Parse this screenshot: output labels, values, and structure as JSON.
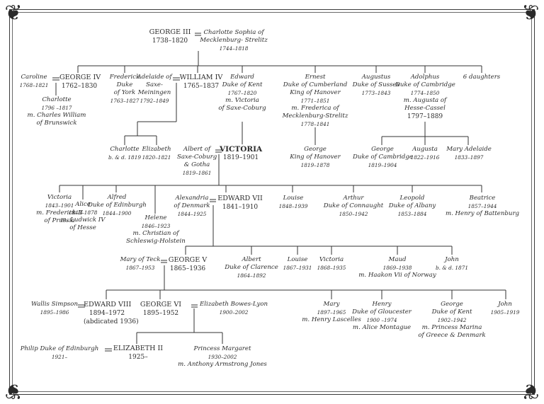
{
  "people": {
    "george3": {
      "name": "GEORGE III",
      "dates": "1738–1820"
    },
    "charlotte_sophia": {
      "l1": "Charlotte Sophia of",
      "l2": "Mecklenburg- Strelitz",
      "dates": "1744–1818"
    },
    "caroline": {
      "name": "Caroline",
      "dates": "1768–1821"
    },
    "george4": {
      "name": "GEORGE IV",
      "dates": "1762–1830"
    },
    "charlotte_g4": {
      "name": "Charlotte",
      "dates": "1796 –1817",
      "l2": "m. Charles William",
      "l3": "of Brunswick"
    },
    "frederick": {
      "l1": "Frederick",
      "l2": "Duke",
      "l3": "of York",
      "dates": "1763–1827"
    },
    "adelaide": {
      "l1": "Adelaide of",
      "l2": "Saxe-",
      "l3": "Meiningen",
      "dates": "1792–1849"
    },
    "william4": {
      "name": "WILLIAM IV",
      "dates": "1765–1837"
    },
    "edward_kent": {
      "l1": "Edward",
      "l2": "Duke of Kent",
      "dates": "1767–1820",
      "l3": "m. Victoria",
      "l4": "of Saxe-Coburg"
    },
    "ernest": {
      "l1": "Ernest",
      "l2": "Duke of Cumberland",
      "l3": "King of Hanover",
      "dates": "1771–1851",
      "l4": "m. Frederica of",
      "l5": "Mecklenburg-Strelitz",
      "dates2": "1778–1841"
    },
    "augustus": {
      "l1": "Augustus",
      "l2": "Duke of Sussex",
      "dates": "1773–1843"
    },
    "adolphus": {
      "l1": "Adolphus",
      "l2": "Duke of Cambridge",
      "dates": "1774–1850",
      "l3": "m. Augusta of",
      "l4": "Hesse-Cassel",
      "dates2": "1797–1889"
    },
    "six_daughters": {
      "name": "6 daughters"
    },
    "charlotte_w4": {
      "name": "Charlotte",
      "dates": "b. & d. 1819"
    },
    "elizabeth_w4": {
      "name": "Elizabeth",
      "dates": "1820–1821"
    },
    "albert_sc": {
      "l1": "Albert of",
      "l2": "Saxe-Coburg",
      "l3": "& Gotha",
      "dates": "1819–1861"
    },
    "victoria_q": {
      "name": "VICTORIA",
      "dates": "1819–1901"
    },
    "george_hanover": {
      "l1": "George",
      "l2": "King of Hanover",
      "dates": "1819–1878"
    },
    "george_cambridge": {
      "l1": "George",
      "l2": "Duke of Cambridge",
      "dates": "1819–1904"
    },
    "augusta": {
      "name": "Augusta",
      "dates": "1822–1916"
    },
    "mary_adelaide": {
      "name": "Mary Adelaide",
      "dates": "1833–1897"
    },
    "victoria_c": {
      "name": "Victoria",
      "dates": "1843–1901",
      "l2": "m. Frederick II",
      "l3": "of Prussia"
    },
    "alice": {
      "name": "Alice",
      "dates": "1843–1878",
      "l2": "m. Ludwick IV",
      "l3": "of Hesse"
    },
    "alfred": {
      "l1": "Alfred",
      "l2": "Duke of Edinburgh",
      "dates": "1844–1900"
    },
    "helene": {
      "name": "Helene",
      "dates": "1846–1923",
      "l2": "m. Christian of",
      "l3": "Schleswig-Holstein"
    },
    "alexandria": {
      "l1": "Alexandria",
      "l2": "of Denmark",
      "dates": "1844–1925"
    },
    "edward7": {
      "name": "EDWARD VII",
      "dates": "1841–1910"
    },
    "louise_c": {
      "name": "Louise",
      "dates": "1848–1939"
    },
    "arthur": {
      "l1": "Arthur",
      "l2": "Duke of Connaught",
      "dates": "1850–1942"
    },
    "leopold": {
      "l1": "Leopold",
      "l2": "Duke of Albany",
      "dates": "1853–1884"
    },
    "beatrice": {
      "name": "Beatrice",
      "dates": "1857–1944",
      "l2": "m. Henry of Battenburg"
    },
    "mary_teck": {
      "name": "Mary of Teck",
      "dates": "1867–1953"
    },
    "george5": {
      "name": "GEORGE V",
      "dates": "1865–1936"
    },
    "albert_clarence": {
      "l1": "Albert",
      "l2": "Duke of Clarence",
      "dates": "1864–1892"
    },
    "louise_e": {
      "name": "Louise",
      "dates": "1867–1931"
    },
    "victoria_e": {
      "name": "Victoria",
      "dates": "1868–1935"
    },
    "maud": {
      "name": "Maud",
      "dates": "1869–1938",
      "l2": "m. Haakon Vii of Norway"
    },
    "john_e": {
      "name": "John",
      "dates": "b. & d. 1871"
    },
    "wallis": {
      "name": "Wallis Simpson",
      "dates": "1895–1986"
    },
    "edward8": {
      "name": "EDWARD VIII",
      "dates": "1894–1972",
      "note": "(abdicated 1936)"
    },
    "george6": {
      "name": "GEORGE VI",
      "dates": "1895–1952"
    },
    "elizabeth_bl": {
      "name": "Elizabeth Bowes-Lyon",
      "dates": "1900–2002"
    },
    "mary_g5": {
      "name": "Mary",
      "dates": "1897–1965",
      "l2": "m. Henry Lascelles"
    },
    "henry": {
      "l1": "Henry",
      "l2": "Duke of Gloucester",
      "dates": "1900 –1974",
      "l3": "m. Alice Montague"
    },
    "george_kent": {
      "l1": "George",
      "l2": "Duke of Kent",
      "dates": "1902–1942",
      "l3": "m. Princess Marina",
      "l4": "of Greece & Denmark"
    },
    "john_g5": {
      "name": "John",
      "dates": "1905–1919"
    },
    "philip": {
      "name": "Philip Duke of Edinburgh",
      "dates": "1921–"
    },
    "elizabeth2": {
      "name": "ELIZABETH II",
      "dates": "1925–"
    },
    "margaret": {
      "l1": "Princess Margaret",
      "dates": "1930–2002",
      "l2": "m. Anthony Armstrong Jones"
    }
  },
  "ornament": {
    "corner_glyph": "❦"
  }
}
